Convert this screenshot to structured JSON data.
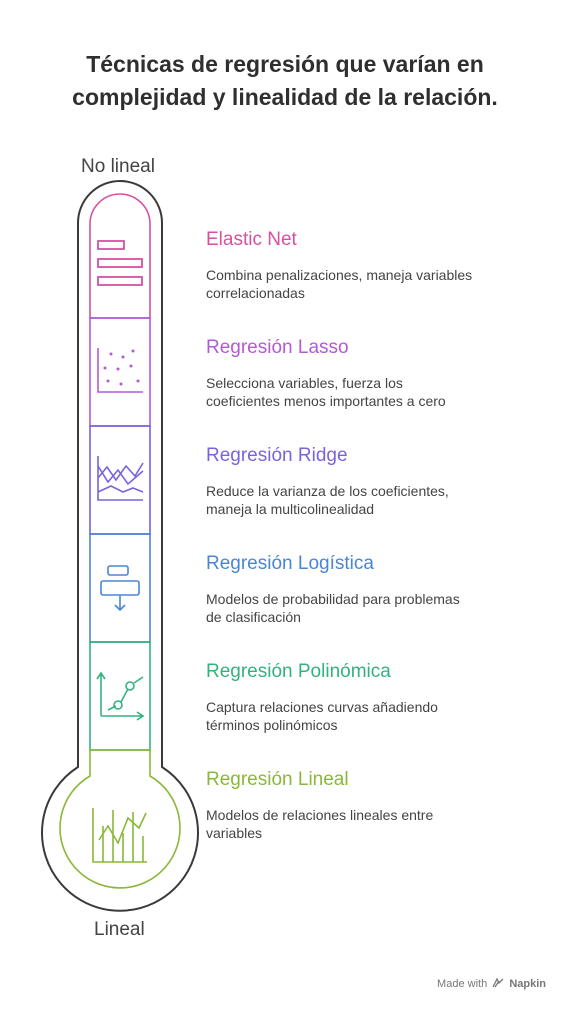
{
  "title": {
    "line1": "Técnicas de regresión que varían en",
    "line2": "complejidad y linealidad de la relación."
  },
  "scale": {
    "top_label": "No lineal",
    "bottom_label": "Lineal"
  },
  "items": [
    {
      "name": "Elastic Net",
      "desc_line1": "Combina penalizaciones, maneja variables",
      "desc_line2": "correlacionadas",
      "color": "#d6519e",
      "icon": "rows-icon"
    },
    {
      "name": "Regresión Lasso",
      "desc_line1": "Selecciona variables, fuerza los",
      "desc_line2": "coeficientes menos importantes a cero",
      "color": "#b25bd5",
      "icon": "scatter-icon"
    },
    {
      "name": "Regresión Ridge",
      "desc_line1": "Reduce la varianza de los coeficientes,",
      "desc_line2": "maneja la multicolinealidad",
      "color": "#7a63dc",
      "icon": "multi-line-icon"
    },
    {
      "name": "Regresión Logística",
      "desc_line1": "Modelos de probabilidad para problemas",
      "desc_line2": "de clasificación",
      "color": "#4a86d6",
      "icon": "flow-icon"
    },
    {
      "name": "Regresión Polinómica",
      "desc_line1": "Captura relaciones curvas añadiendo",
      "desc_line2": "términos polinómicos",
      "color": "#34b27e",
      "icon": "curve-chart-icon"
    },
    {
      "name": "Regresión Lineal",
      "desc_line1": "Modelos de relaciones lineales entre",
      "desc_line2": "variables",
      "color": "#8ab83a",
      "icon": "line-bar-chart-icon"
    }
  ],
  "footer": {
    "prefix": "Made with",
    "brand": "Napkin",
    "icon": "napkin-logo-icon"
  }
}
